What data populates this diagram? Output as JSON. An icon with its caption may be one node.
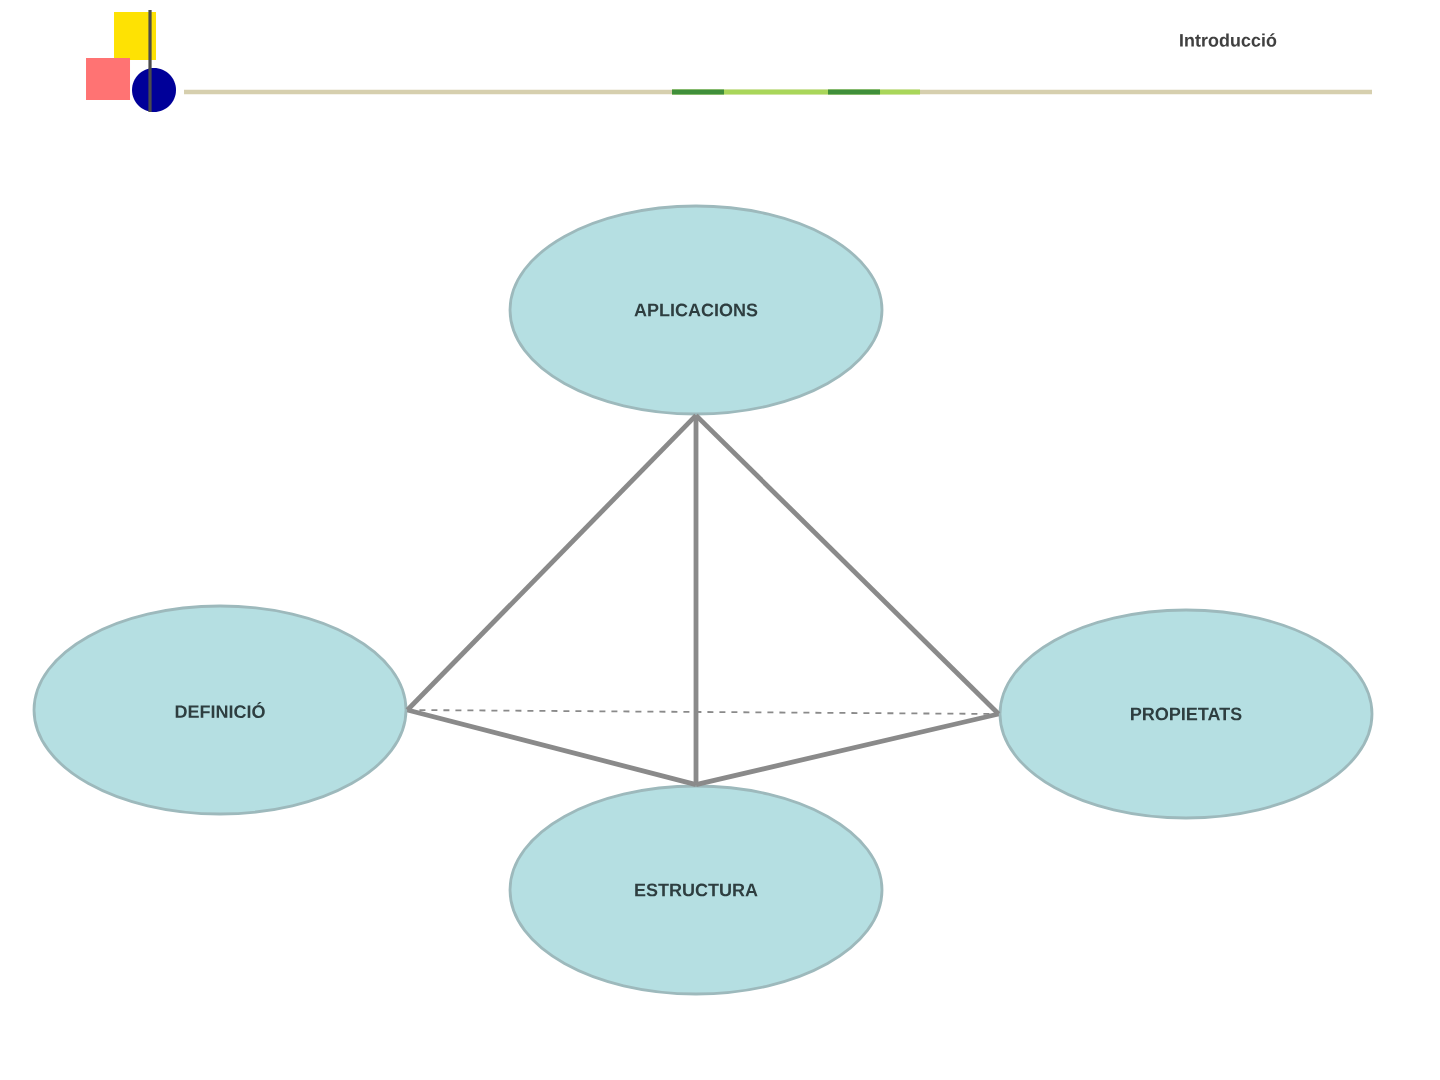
{
  "diagram": {
    "title": "Introducció",
    "nodes": [
      {
        "text": [
          "APLICACIONS"
        ]
      },
      {
        "text": [
          "DEFINICIÓ"
        ]
      },
      {
        "text": [
          "PROPIETATS"
        ]
      },
      {
        "text": [
          "ESTRUCTURA"
        ]
      }
    ],
    "edges": [
      {
        "from": 0,
        "to": 1,
        "arrow": "none"
      },
      {
        "from": 0,
        "to": 3,
        "arrow": "none"
      },
      {
        "from": 0,
        "to": 2,
        "arrow": "none"
      },
      {
        "from": 1,
        "to": 3,
        "arrow": "none"
      },
      {
        "from": 2,
        "to": 3,
        "arrow": "none"
      },
      {
        "from": 1,
        "to": 2,
        "arrow": "none",
        "style": "dashed"
      }
    ]
  }
}
